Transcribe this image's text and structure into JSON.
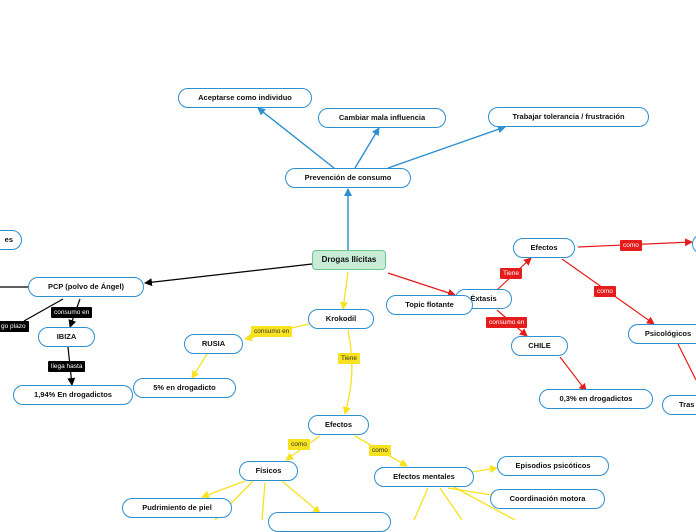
{
  "center": "Drogas Ilícitas",
  "nodes": {
    "prevencion": "Prevención de consumo",
    "aceptarse": "Aceptarse como individuo",
    "cambiar": "Cambiar mala influencia",
    "trabajar": "Trabajar tolerancia / frustración",
    "es_partial": "es",
    "pcp": "PCP (polvo de Ángel)",
    "ibiza": "IBIZA",
    "ibiza_stat": "1,94% En drogadictos",
    "krokodil": "Krokodil",
    "rusia": "RUSIA",
    "rusia_stat": "5% en drogadicto",
    "topic": "Topic flotante",
    "extasis": "Éxtasis",
    "chile": "CHILE",
    "chile_stat": "0,3% en drogadictos",
    "efectos_ext": "Efectos",
    "psicologicos": "Psicológicos",
    "tras_partial": "Tras",
    "efectos_krok": "Efectos",
    "fisicos": "Físicos",
    "pudrimiento": "Pudrimiento de piel",
    "mentales": "Efectos mentales",
    "episodios": "Episodios psicóticos",
    "coordinacion": "Coordinación motora"
  },
  "labels": {
    "largo_plazo": "go plazo",
    "pcp_consumo": "consumo en",
    "llega_hasta": "llega hasta",
    "krok_consumo": "consumo en",
    "krok_tiene": "Tiene",
    "ext_tiene": "Tiene",
    "ext_consumo": "consumo en",
    "como_right": "como",
    "como_psico": "como",
    "como_fisicos": "como",
    "como_mentales": "como"
  },
  "colors": {
    "blue": "#2b8fd0",
    "red": "#e51c1c",
    "yellow": "#f6e21e",
    "black": "#000000",
    "center_fill": "#c9ecd6"
  }
}
